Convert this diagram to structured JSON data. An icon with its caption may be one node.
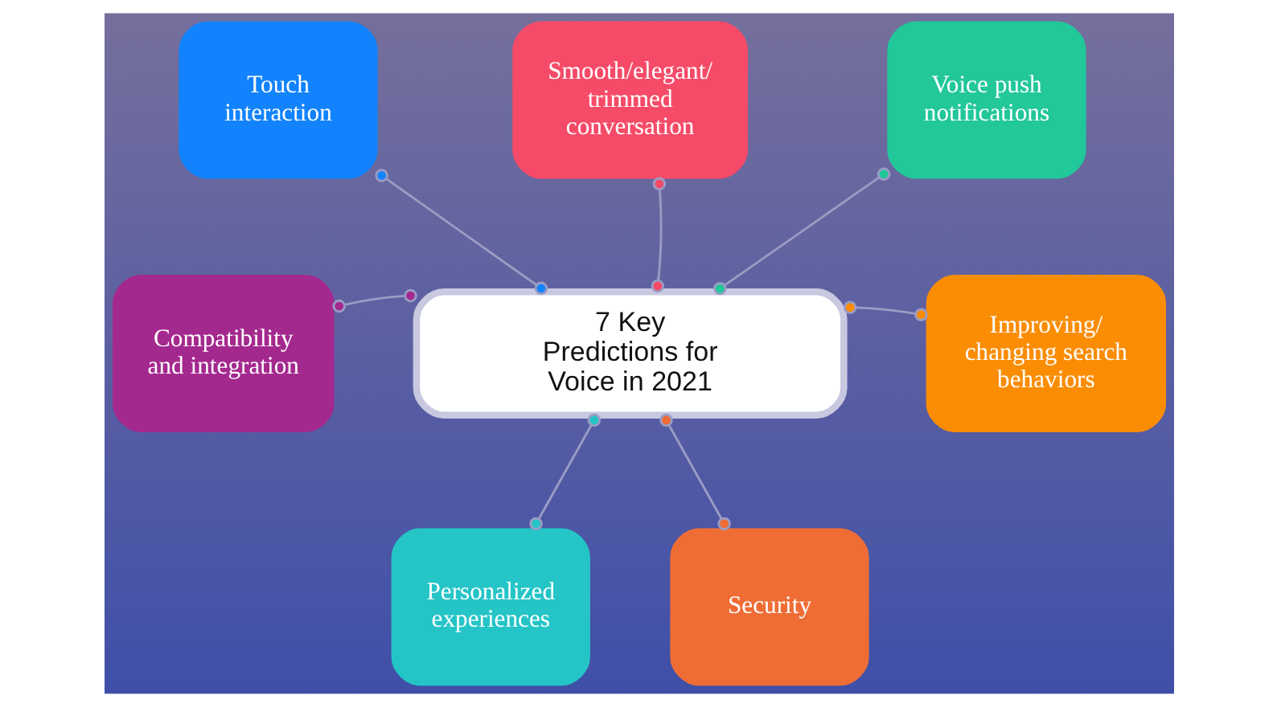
{
  "diagram": {
    "nodes": [
      {
        "text": [
          "Smooth/elegant/ trimmed conversation"
        ]
      },
      {
        "text": [
          "Touch interaction"
        ]
      },
      {
        "text": [
          "Voice push notifications"
        ]
      },
      {
        "text": [
          "7 Key Predictions for Voice in 2021"
        ]
      },
      {
        "text": [
          "Compatibility and integration"
        ]
      },
      {
        "text": [
          "Improving/ changing search behaviors"
        ]
      },
      {
        "text": [
          "Personalized experiences"
        ]
      },
      {
        "text": [
          "Security"
        ]
      }
    ],
    "edges": [
      {
        "from": 3,
        "to": 1,
        "arrow": "other"
      },
      {
        "from": 3,
        "to": 0,
        "arrow": "other"
      },
      {
        "from": 3,
        "to": 2,
        "arrow": "other"
      },
      {
        "from": 3,
        "to": 4,
        "arrow": "other"
      },
      {
        "from": 3,
        "to": 5,
        "arrow": "other"
      },
      {
        "from": 3,
        "to": 6,
        "arrow": "other"
      },
      {
        "from": 3,
        "to": 7,
        "arrow": "other"
      }
    ]
  }
}
